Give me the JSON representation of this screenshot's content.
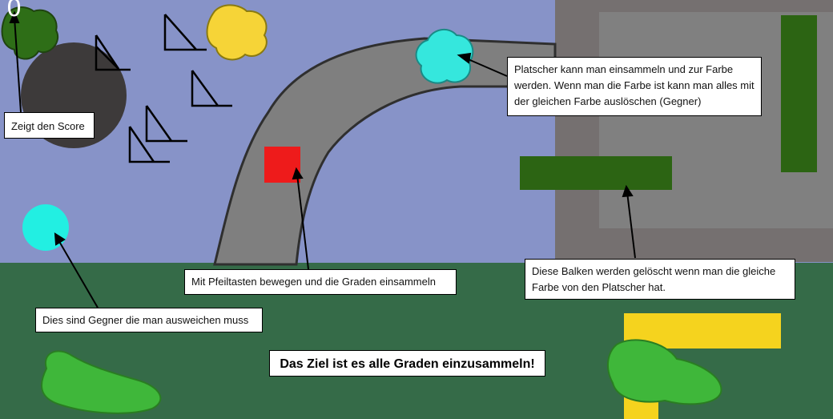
{
  "hud": {
    "score": "0"
  },
  "notes": {
    "score": "Zeigt den Score",
    "collect": "Platscher kann man einsammeln und zur Farbe werden. Wenn man die Farbe ist kann man alles mit der gleichen Farbe auslöschen (Gegner)",
    "move": "Mit Pfeiltasten bewegen und die Graden einsammeln",
    "bars": "Diese Balken werden gelöscht wenn man die gleiche Farbe von den Platscher hat.",
    "enemies": "Dies sind Gegner die man ausweichen muss"
  },
  "goal": "Das Ziel ist es alle Graden einzusammeln!",
  "colors": {
    "sky": "#8793c8",
    "ground": "#356b48",
    "building": "#757070",
    "player": "#ee1b1b",
    "enemy": "#22efe2",
    "bar": "#2c6413",
    "yellow_splat": "#f6d437"
  }
}
